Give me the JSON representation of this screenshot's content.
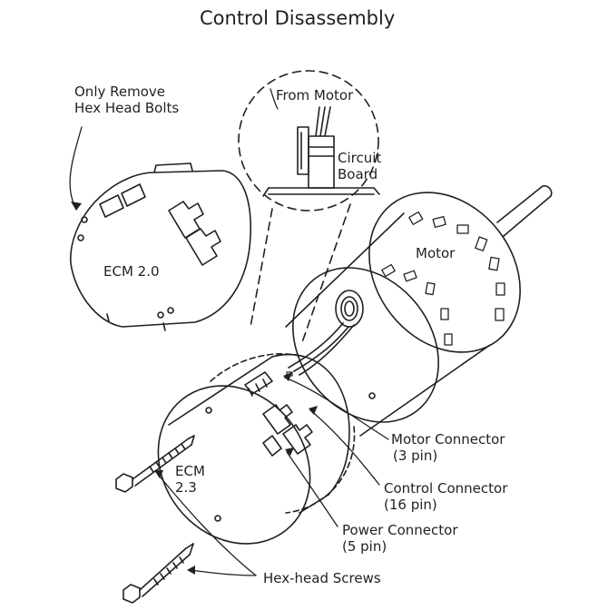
{
  "title": "Control Disassembly",
  "labels": {
    "only_remove": [
      "Only Remove",
      "Hex Head Bolts"
    ],
    "from_motor": "From Motor",
    "circuit_board": [
      "Circuit",
      "Board"
    ],
    "motor": "Motor",
    "ecm20": "ECM 2.0",
    "ecm23": [
      "ECM",
      "2.3"
    ],
    "motor_connector": [
      "Motor Connector",
      "(3 pin)"
    ],
    "control_connector": [
      "Control Connector",
      "(16 pin)"
    ],
    "power_connector": [
      "Power Connector",
      "(5 pin)"
    ],
    "hex_head_screws": "Hex-head Screws"
  },
  "colors": {
    "ink": "#231f20",
    "background": "#ffffff"
  }
}
